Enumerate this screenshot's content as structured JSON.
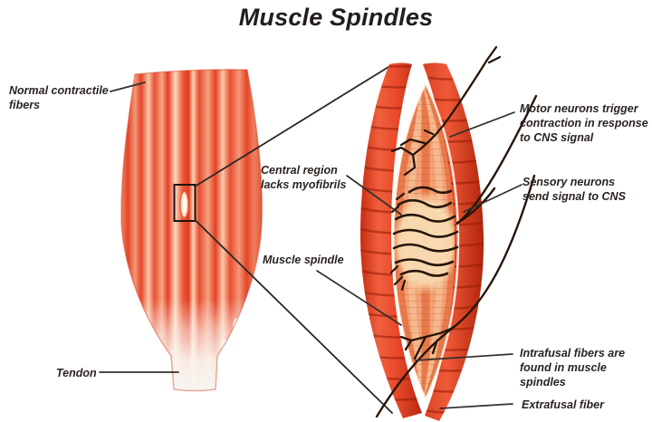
{
  "title": "Muscle Spindles",
  "labels": {
    "normal_contractile_fibers": "Normal contractile\nfibers",
    "tendon": "Tendon",
    "central_region": "Central region\nlacks myofibrils",
    "muscle_spindle": "Muscle spindle",
    "motor_neurons": "Motor neurons trigger\ncontraction in response\nto CNS signal",
    "sensory_neurons": "Sensory neurons\nsend signal to CNS",
    "intrafusal_fibers": "Intrafusal fibers are\nfound in muscle spindles",
    "extrafusal_fiber": "Extrafusal fiber"
  },
  "colors": {
    "background": "#ffffff",
    "text": "#2a2421",
    "leader_line": "#32302e",
    "muscle_red": "#e8492c",
    "muscle_cream_stripe": "#fbd8bd",
    "extrafusal_fiber_red": "#ee5636",
    "fiber_segment_dark": "#a81f0a",
    "intrafusal_salmon": "#f2a276",
    "capsule_central_cream": "#f8dcb2",
    "nerve_black": "#261508",
    "tendon_white": "#f7f4ef"
  }
}
